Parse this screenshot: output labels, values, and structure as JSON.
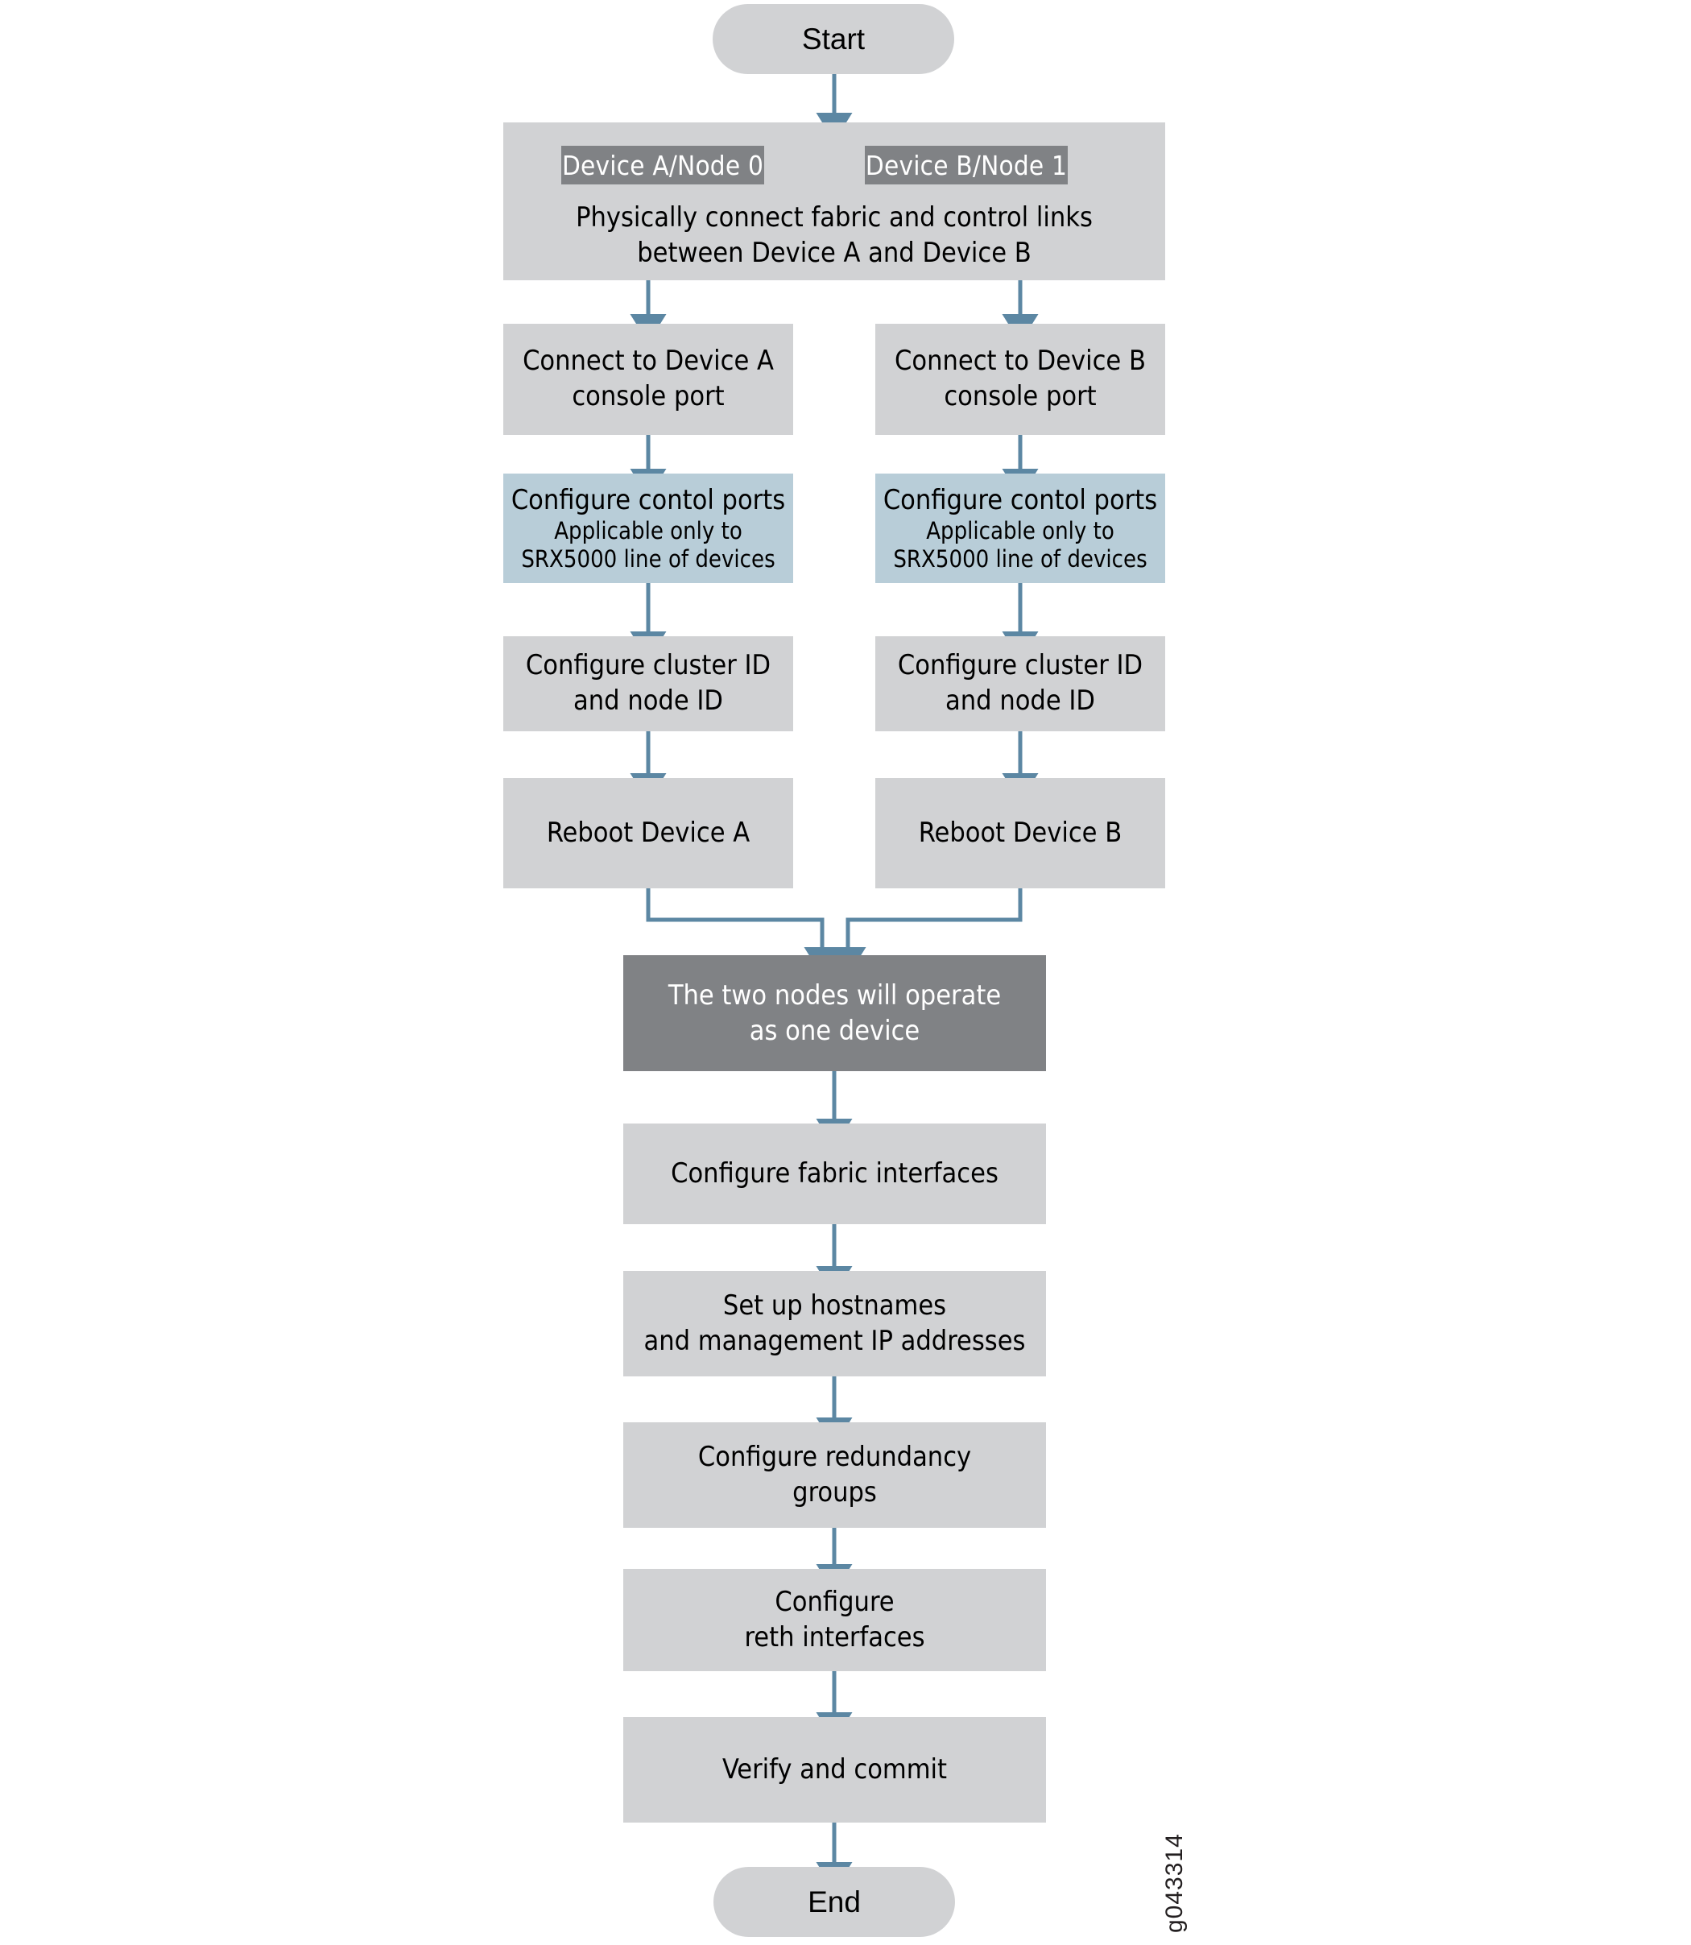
{
  "diagram": {
    "title": "SRX chassis cluster setup flowchart",
    "colors": {
      "box_fill": "#d1d2d4",
      "accent_fill": "#b8cdd8",
      "dark_fill": "#808285",
      "connector": "#5c87a3",
      "text": "#000000",
      "text_inverse": "#ffffff"
    },
    "watermark": "g043314",
    "start": {
      "label": "Start"
    },
    "end": {
      "label": "End"
    },
    "group": {
      "labels": [
        {
          "text": "Device A/Node 0"
        },
        {
          "text": "Device B/Node 1"
        }
      ],
      "caption": [
        "Physically connect fabric and control links",
        "between Device A and Device B"
      ]
    },
    "branches": {
      "left": [
        {
          "name": "connect-console-a",
          "lines": [
            "Connect to Device A",
            "console port"
          ],
          "style": "process"
        },
        {
          "name": "configure-control-ports-a",
          "lines": [
            "Configure contol ports"
          ],
          "sub_lines": [
            "Applicable only to",
            "SRX5000 line of devices"
          ],
          "style": "accent"
        },
        {
          "name": "configure-cluster-node-id-a",
          "lines": [
            "Configure cluster ID",
            "and node ID"
          ],
          "style": "process"
        },
        {
          "name": "reboot-device-a",
          "lines": [
            "Reboot Device A"
          ],
          "style": "process"
        }
      ],
      "right": [
        {
          "name": "connect-console-b",
          "lines": [
            "Connect to Device B",
            "console port"
          ],
          "style": "process"
        },
        {
          "name": "configure-control-ports-b",
          "lines": [
            "Configure contol ports"
          ],
          "sub_lines": [
            "Applicable only to",
            "SRX5000 line of devices"
          ],
          "style": "accent"
        },
        {
          "name": "configure-cluster-node-id-b",
          "lines": [
            "Configure cluster ID",
            "and node ID"
          ],
          "style": "process"
        },
        {
          "name": "reboot-device-b",
          "lines": [
            "Reboot Device B"
          ],
          "style": "process"
        }
      ]
    },
    "merged": [
      {
        "name": "two-nodes-one-device",
        "lines": [
          "The two nodes will operate",
          "as one device"
        ],
        "style": "dark"
      },
      {
        "name": "configure-fabric-interfaces",
        "lines": [
          "Configure fabric interfaces"
        ],
        "style": "process"
      },
      {
        "name": "set-up-hostnames",
        "lines": [
          "Set up hostnames",
          "and management IP addresses"
        ],
        "style": "process"
      },
      {
        "name": "configure-redundancy-groups",
        "lines": [
          "Configure redundancy",
          "groups"
        ],
        "style": "process"
      },
      {
        "name": "configure-reth-interfaces",
        "lines": [
          "Configure",
          "reth interfaces"
        ],
        "style": "process"
      },
      {
        "name": "verify-and-commit",
        "lines": [
          "Verify and commit"
        ],
        "style": "process"
      }
    ]
  }
}
